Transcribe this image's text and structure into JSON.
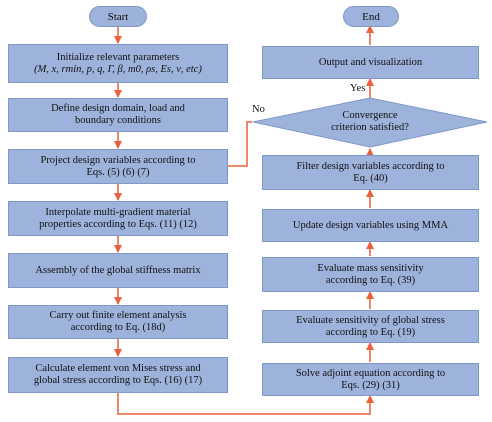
{
  "left": {
    "start": "Start",
    "init_line1": "Initialize relevant parameters",
    "init_line2": "(M, x, rmin, p, q, Γ, β, m0, ρs, Es, ν, etc)",
    "define_line1": "Define design domain, load and",
    "define_line2": "boundary conditions",
    "project_line1": "Project design variables according to",
    "project_line2": "Eqs. (5) (6) (7)",
    "interp_line1": "Interpolate multi-gradient material",
    "interp_line2": "properties according to Eqs. (11) (12)",
    "assembly": "Assembly of the global stiffness matrix",
    "fea_line1": "Carry out finite element analysis",
    "fea_line2": "according to Eq. (18d)",
    "stress_line1": "Calculate element von Mises stress and",
    "stress_line2": "global stress according to Eqs. (16) (17)"
  },
  "right": {
    "end": "End",
    "output": "Output and visualization",
    "yes": "Yes",
    "no": "No",
    "conv_line1": "Convergence",
    "conv_line2": "criterion satisfied?",
    "filter_line1": "Filter design variables according to",
    "filter_line2": "Eq. (40)",
    "mma": "Update design variables using MMA",
    "mass_line1": "Evaluate mass sensitivity",
    "mass_line2": "according to Eq. (39)",
    "gsens_line1": "Evaluate sensitivity of global stress",
    "gsens_line2": "according to Eq. (19)",
    "adj_line1": "Solve adjoint equation according to",
    "adj_line2": "Eqs. (29) (31)"
  },
  "colors": {
    "box_fill": "#9db3db",
    "box_border": "#7f98c8",
    "arrow": "#e8603c"
  }
}
